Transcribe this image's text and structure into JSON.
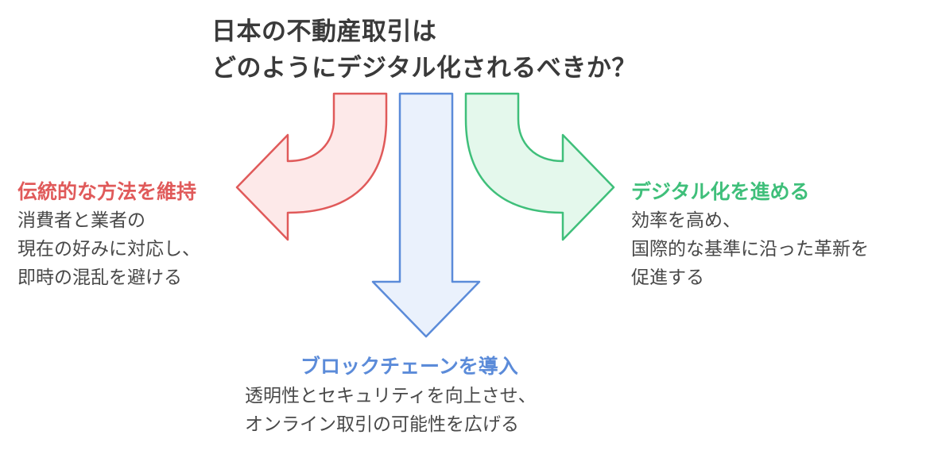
{
  "title": {
    "line1": "日本の不動産取引は",
    "line2": "どのようにデジタル化されるべきか？"
  },
  "options": {
    "left": {
      "heading": "伝統的な方法を維持",
      "lines": [
        "消費者と業者の",
        "現在の好みに対応し、",
        "即時の混乱を避ける"
      ]
    },
    "center": {
      "heading": "ブロックチェーンを導入",
      "lines": [
        "透明性とセキュリティを向上させ、",
        "オンライン取引の可能性を広げる"
      ]
    },
    "right": {
      "heading": "デジタル化を進める",
      "lines": [
        "効率を高め、",
        "国際的な基準に沿った革新を",
        "促進する"
      ]
    }
  },
  "colors": {
    "left_stroke": "#e05a5a",
    "left_fill": "#fde9e9",
    "center_stroke": "#5b8bd9",
    "center_fill": "#eaf1fc",
    "right_stroke": "#3fbf7a",
    "right_fill": "#e4f8ec",
    "title_text": "#3a3a3a",
    "body_text": "#484848"
  }
}
